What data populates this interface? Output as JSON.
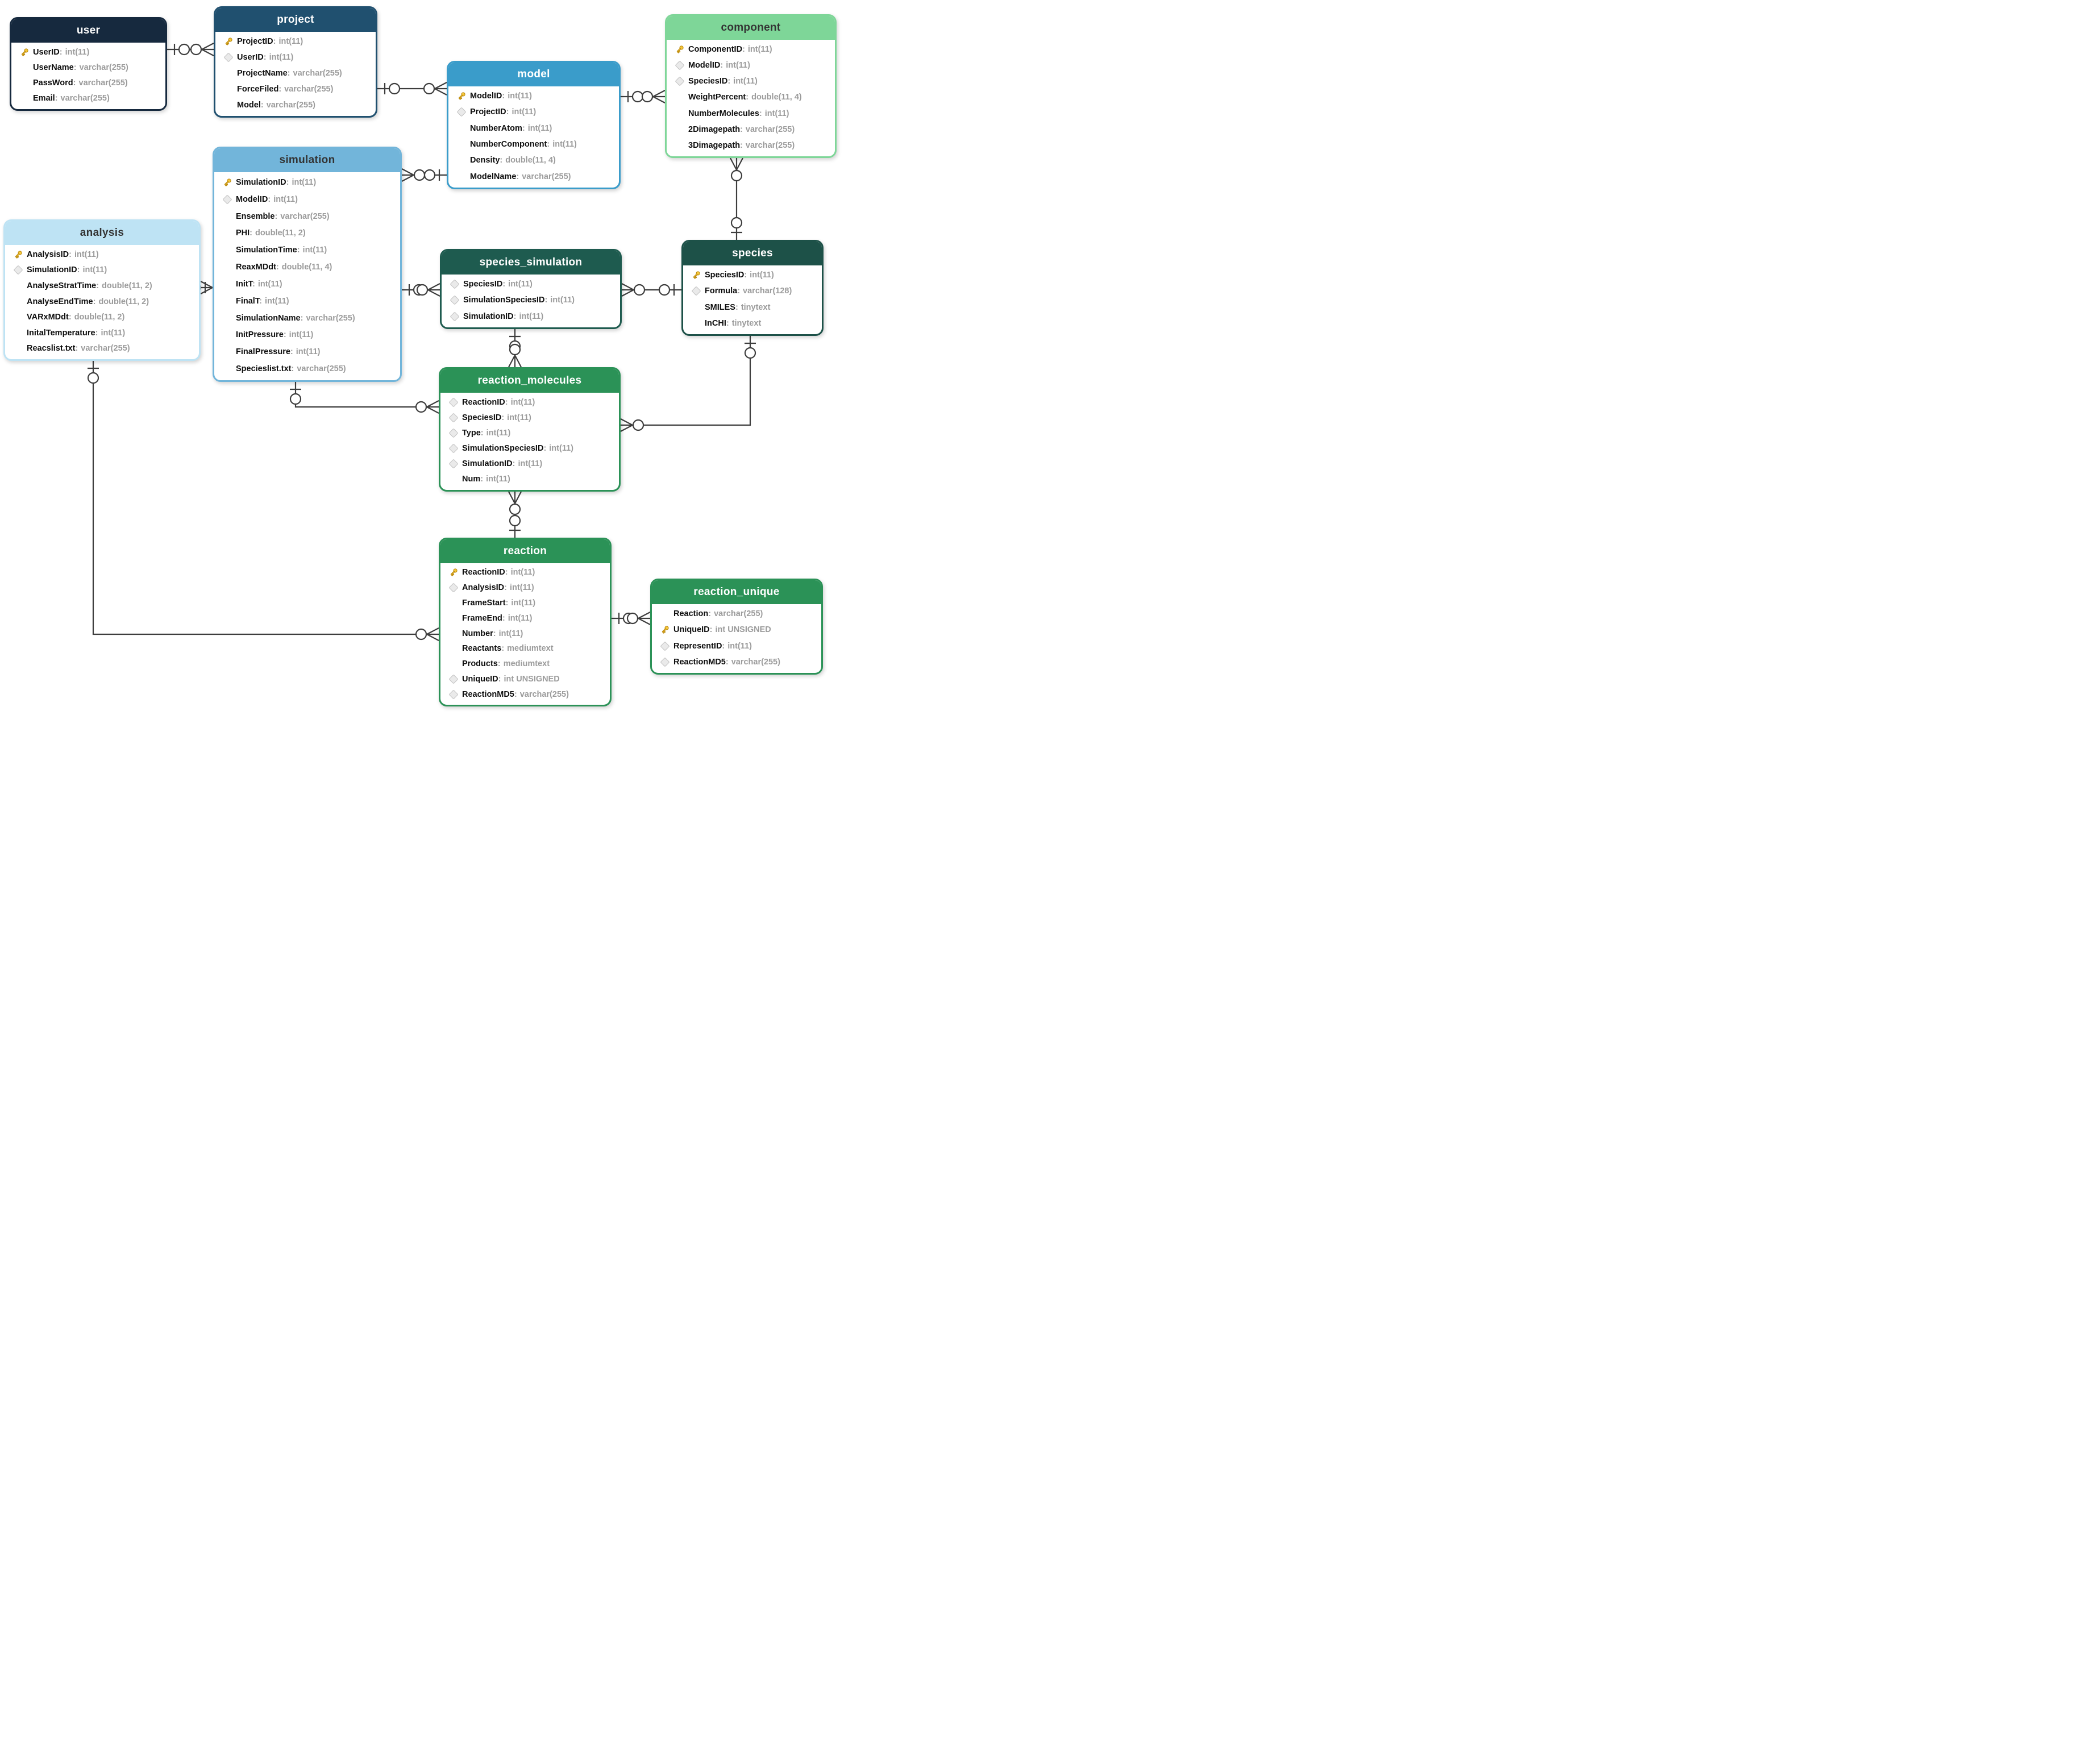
{
  "diagram": {
    "colors": {
      "line": "#3d3d3d",
      "field_name": "#0d0d0d",
      "field_type": "#9b9b9b",
      "pk_icon": "#f6c83c",
      "fk_icon": "#eaeaea"
    },
    "tables": [
      {
        "id": "user",
        "title": "user",
        "header_bg": "#16293e",
        "header_fg": "#ffffff",
        "fields": [
          {
            "name": "UserID",
            "type": "int(11)",
            "key": "pk"
          },
          {
            "name": "UserName",
            "type": "varchar(255)",
            "key": ""
          },
          {
            "name": "PassWord",
            "type": "varchar(255)",
            "key": ""
          },
          {
            "name": "Email",
            "type": "varchar(255)",
            "key": ""
          }
        ]
      },
      {
        "id": "project",
        "title": "project",
        "header_bg": "#20506f",
        "header_fg": "#ffffff",
        "fields": [
          {
            "name": "ProjectID",
            "type": "int(11)",
            "key": "pk"
          },
          {
            "name": "UserID",
            "type": "int(11)",
            "key": "fk"
          },
          {
            "name": "ProjectName",
            "type": "varchar(255)",
            "key": ""
          },
          {
            "name": "ForceFiled",
            "type": "varchar(255)",
            "key": ""
          },
          {
            "name": "Model",
            "type": "varchar(255)",
            "key": ""
          }
        ]
      },
      {
        "id": "model",
        "title": "model",
        "header_bg": "#3a9cca",
        "header_fg": "#ffffff",
        "fields": [
          {
            "name": "ModelID",
            "type": "int(11)",
            "key": "pk"
          },
          {
            "name": "ProjectID",
            "type": "int(11)",
            "key": "fk"
          },
          {
            "name": "NumberAtom",
            "type": "int(11)",
            "key": ""
          },
          {
            "name": "NumberComponent",
            "type": "int(11)",
            "key": ""
          },
          {
            "name": "Density",
            "type": "double(11, 4)",
            "key": ""
          },
          {
            "name": "ModelName",
            "type": "varchar(255)",
            "key": ""
          }
        ]
      },
      {
        "id": "component",
        "title": "component",
        "header_bg": "#7ed698",
        "header_fg": "#333333",
        "fields": [
          {
            "name": "ComponentID",
            "type": "int(11)",
            "key": "pk"
          },
          {
            "name": "ModelID",
            "type": "int(11)",
            "key": "fk"
          },
          {
            "name": "SpeciesID",
            "type": "int(11)",
            "key": "fk"
          },
          {
            "name": "WeightPercent",
            "type": "double(11, 4)",
            "key": ""
          },
          {
            "name": "NumberMolecules",
            "type": "int(11)",
            "key": ""
          },
          {
            "name": "2Dimagepath",
            "type": "varchar(255)",
            "key": ""
          },
          {
            "name": "3Dimagepath",
            "type": "varchar(255)",
            "key": ""
          }
        ]
      },
      {
        "id": "simulation",
        "title": "simulation",
        "header_bg": "#72b5da",
        "header_fg": "#333333",
        "fields": [
          {
            "name": "SimulationID",
            "type": "int(11)",
            "key": "pk"
          },
          {
            "name": "ModelID",
            "type": "int(11)",
            "key": "fk"
          },
          {
            "name": "Ensemble",
            "type": "varchar(255)",
            "key": ""
          },
          {
            "name": "PHI",
            "type": "double(11, 2)",
            "key": ""
          },
          {
            "name": "SimulationTime",
            "type": "int(11)",
            "key": ""
          },
          {
            "name": "ReaxMDdt",
            "type": "double(11, 4)",
            "key": ""
          },
          {
            "name": "InitT",
            "type": "int(11)",
            "key": ""
          },
          {
            "name": "FinalT",
            "type": "int(11)",
            "key": ""
          },
          {
            "name": "SimulationName",
            "type": "varchar(255)",
            "key": ""
          },
          {
            "name": "InitPressure",
            "type": "int(11)",
            "key": ""
          },
          {
            "name": "FinalPressure",
            "type": "int(11)",
            "key": ""
          },
          {
            "name": "Specieslist.txt",
            "type": "varchar(255)",
            "key": ""
          }
        ]
      },
      {
        "id": "analysis",
        "title": "analysis",
        "header_bg": "#bee3f4",
        "header_fg": "#333333",
        "fields": [
          {
            "name": "AnalysisID",
            "type": "int(11)",
            "key": "pk"
          },
          {
            "name": "SimulationID",
            "type": "int(11)",
            "key": "fk"
          },
          {
            "name": "AnalyseStratTime",
            "type": "double(11, 2)",
            "key": ""
          },
          {
            "name": "AnalyseEndTime",
            "type": "double(11, 2)",
            "key": ""
          },
          {
            "name": "VARxMDdt",
            "type": "double(11, 2)",
            "key": ""
          },
          {
            "name": "InitalTemperature",
            "type": "int(11)",
            "key": ""
          },
          {
            "name": "Reacslist.txt",
            "type": "varchar(255)",
            "key": ""
          }
        ]
      },
      {
        "id": "species_simulation",
        "title": "species_simulation",
        "header_bg": "#1e5b4f",
        "header_fg": "#ffffff",
        "fields": [
          {
            "name": "SpeciesID",
            "type": "int(11)",
            "key": "fk"
          },
          {
            "name": "SimulationSpeciesID",
            "type": "int(11)",
            "key": "fk"
          },
          {
            "name": "SimulationID",
            "type": "int(11)",
            "key": "fk"
          }
        ]
      },
      {
        "id": "species",
        "title": "species",
        "header_bg": "#1d5148",
        "header_fg": "#ffffff",
        "fields": [
          {
            "name": "SpeciesID",
            "type": "int(11)",
            "key": "pk"
          },
          {
            "name": "Formula",
            "type": "varchar(128)",
            "key": "fk"
          },
          {
            "name": "SMILES",
            "type": "tinytext",
            "key": ""
          },
          {
            "name": "InCHI",
            "type": "tinytext",
            "key": ""
          }
        ]
      },
      {
        "id": "reaction_molecules",
        "title": "reaction_molecules",
        "header_bg": "#2b9257",
        "header_fg": "#ffffff",
        "fields": [
          {
            "name": "ReactionID",
            "type": "int(11)",
            "key": "fk"
          },
          {
            "name": "SpeciesID",
            "type": "int(11)",
            "key": "fk"
          },
          {
            "name": "Type",
            "type": "int(11)",
            "key": "fk"
          },
          {
            "name": "SimulationSpeciesID",
            "type": "int(11)",
            "key": "fk"
          },
          {
            "name": "SimulationID",
            "type": "int(11)",
            "key": "fk"
          },
          {
            "name": "Num",
            "type": "int(11)",
            "key": ""
          }
        ]
      },
      {
        "id": "reaction",
        "title": "reaction",
        "header_bg": "#2b9257",
        "header_fg": "#ffffff",
        "fields": [
          {
            "name": "ReactionID",
            "type": "int(11)",
            "key": "pk"
          },
          {
            "name": "AnalysisID",
            "type": "int(11)",
            "key": "fk"
          },
          {
            "name": "FrameStart",
            "type": "int(11)",
            "key": ""
          },
          {
            "name": "FrameEnd",
            "type": "int(11)",
            "key": ""
          },
          {
            "name": "Number",
            "type": "int(11)",
            "key": ""
          },
          {
            "name": "Reactants",
            "type": "mediumtext",
            "key": ""
          },
          {
            "name": "Products",
            "type": "mediumtext",
            "key": ""
          },
          {
            "name": "UniqueID",
            "type": "int UNSIGNED",
            "key": "fk"
          },
          {
            "name": "ReactionMD5",
            "type": "varchar(255)",
            "key": "fk"
          }
        ]
      },
      {
        "id": "reaction_unique",
        "title": "reaction_unique",
        "header_bg": "#2b9257",
        "header_fg": "#ffffff",
        "fields": [
          {
            "name": "Reaction",
            "type": "varchar(255)",
            "key": ""
          },
          {
            "name": "UniqueID",
            "type": "int UNSIGNED",
            "key": "pk"
          },
          {
            "name": "RepresentID",
            "type": "int(11)",
            "key": "fk"
          },
          {
            "name": "ReactionMD5",
            "type": "varchar(255)",
            "key": "fk"
          }
        ]
      }
    ],
    "relationships": [
      {
        "id": "user-project",
        "from": "user",
        "to": "project",
        "from_card": "one",
        "to_card": "many"
      },
      {
        "id": "project-model",
        "from": "project",
        "to": "model",
        "from_card": "one",
        "to_card": "many"
      },
      {
        "id": "model-component",
        "from": "model",
        "to": "component",
        "from_card": "one",
        "to_card": "many"
      },
      {
        "id": "simulation-model",
        "from": "simulation",
        "to": "model",
        "from_card": "many",
        "to_card": "one"
      },
      {
        "id": "analysis-simulation",
        "from": "analysis",
        "to": "simulation",
        "from_card": "many",
        "to_card": "one"
      },
      {
        "id": "simulation-species_simulation",
        "from": "simulation",
        "to": "species_simulation",
        "from_card": "one",
        "to_card": "many"
      },
      {
        "id": "species_simulation-species",
        "from": "species_simulation",
        "to": "species",
        "from_card": "many",
        "to_card": "one"
      },
      {
        "id": "component-species",
        "from": "component",
        "to": "species",
        "from_card": "many",
        "to_card": "one"
      },
      {
        "id": "species-reaction_molecules",
        "from": "species",
        "to": "reaction_molecules",
        "from_card": "one",
        "to_card": "many"
      },
      {
        "id": "species_simulation-reaction_molecules",
        "from": "species_simulation",
        "to": "reaction_molecules",
        "from_card": "one",
        "to_card": "many"
      },
      {
        "id": "simulation-reaction_molecules",
        "from": "simulation",
        "to": "reaction_molecules",
        "from_card": "one",
        "to_card": "many"
      },
      {
        "id": "reaction_molecules-reaction",
        "from": "reaction_molecules",
        "to": "reaction",
        "from_card": "many",
        "to_card": "one"
      },
      {
        "id": "analysis-reaction",
        "from": "analysis",
        "to": "reaction",
        "from_card": "one",
        "to_card": "many"
      },
      {
        "id": "reaction-reaction_unique",
        "from": "reaction",
        "to": "reaction_unique",
        "from_card": "one",
        "to_card": "many"
      }
    ]
  }
}
